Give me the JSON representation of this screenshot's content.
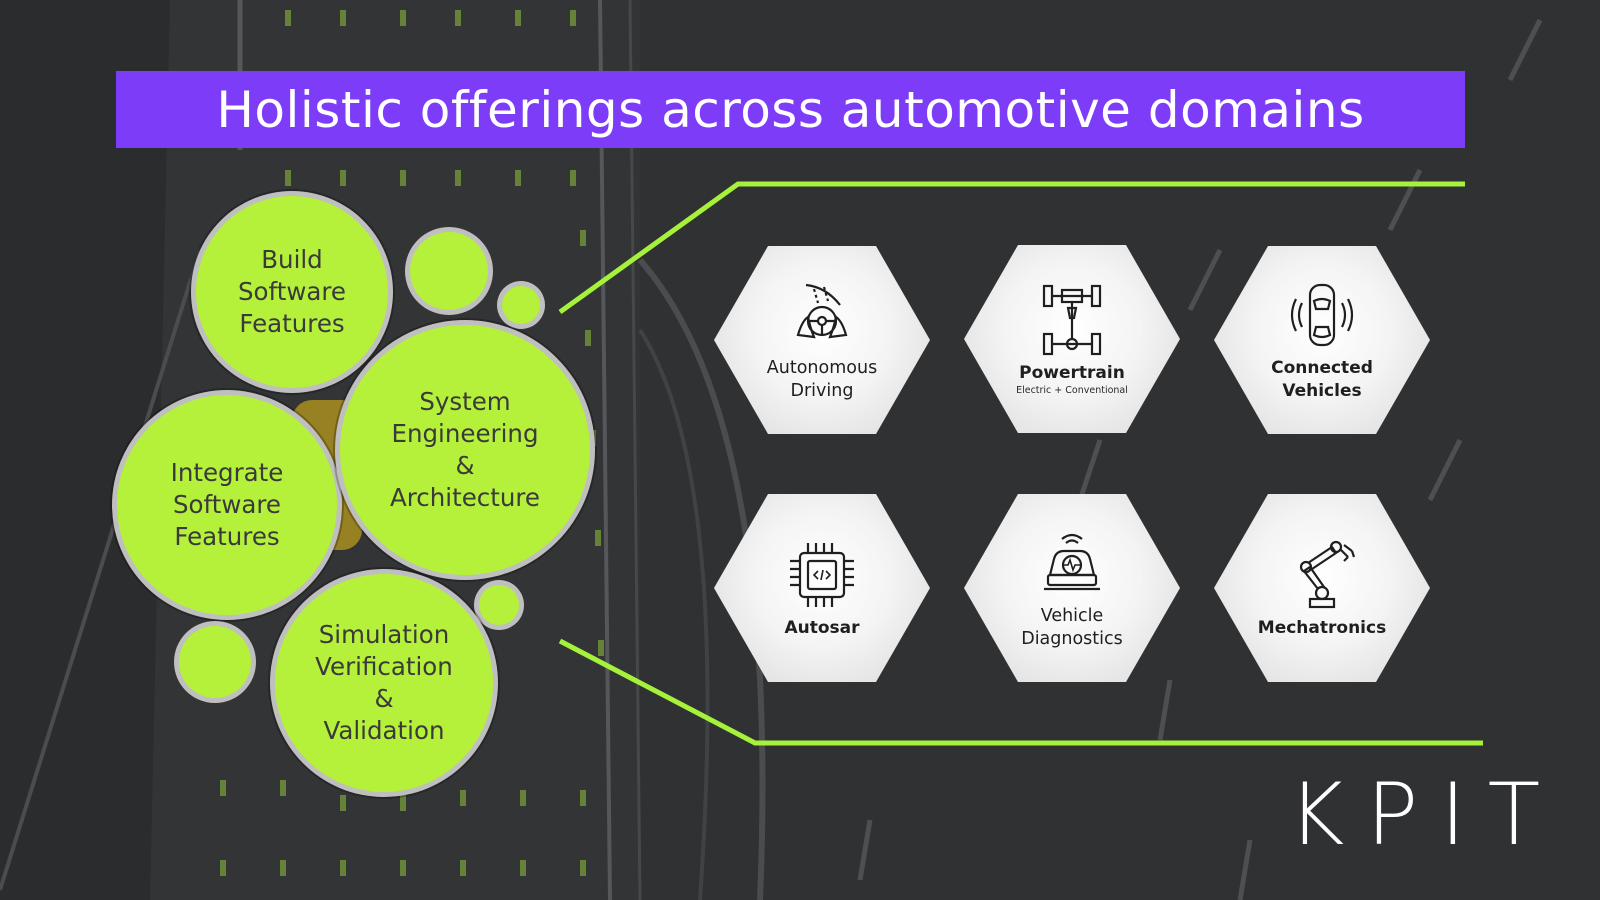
{
  "title": "Holistic offerings across automotive domains",
  "colors": {
    "accent_purple": "#7d3cf8",
    "lime": "#b5f03a",
    "line_green": "#a6f23a",
    "background": "#2f3032"
  },
  "bubbles": [
    {
      "label": "Build\nSoftware\nFeatures"
    },
    {
      "label": "System\nEngineering\n&\nArchitecture"
    },
    {
      "label": "Integrate\nSoftware\nFeatures"
    },
    {
      "label": "Simulation\nVerification\n&\nValidation"
    }
  ],
  "domains": [
    {
      "label": "Autonomous\nDriving",
      "icon": "steering-hands-icon"
    },
    {
      "label": "Powertrain",
      "sub": "Electric + Conventional",
      "icon": "drivetrain-icon"
    },
    {
      "label": "Connected\nVehicles",
      "icon": "connected-car-icon"
    },
    {
      "label": "Autosar",
      "icon": "chip-code-icon"
    },
    {
      "label": "Vehicle\nDiagnostics",
      "icon": "car-diagnostics-icon"
    },
    {
      "label": "Mechatronics",
      "icon": "robot-arm-icon"
    }
  ],
  "logo": {
    "text": "KPIT"
  }
}
